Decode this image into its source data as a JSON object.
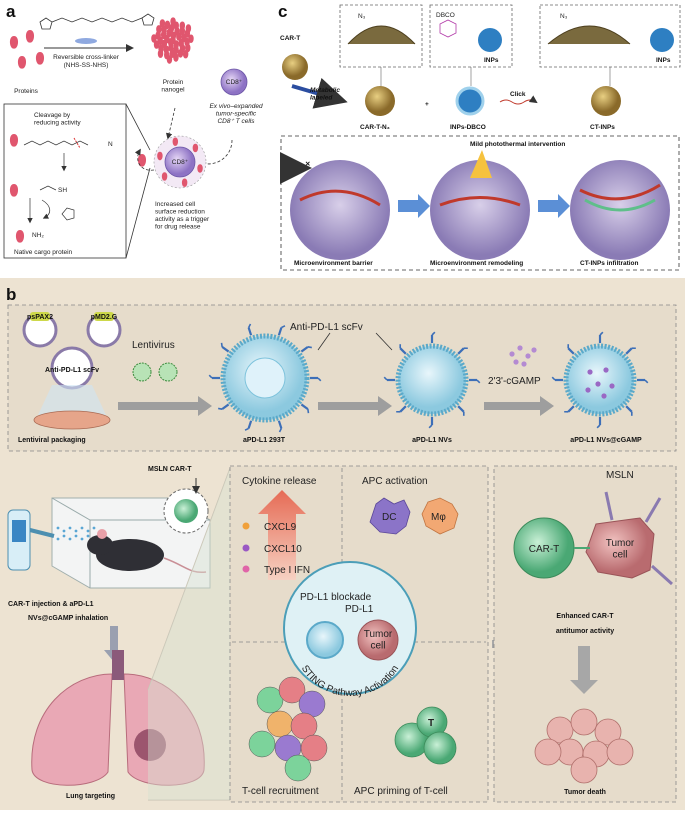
{
  "panel_a": {
    "letter": "a",
    "crosslinker": "Reversible cross-linker",
    "crosslinker_sub": "(NHS-SS-NHS)",
    "proteins": "Proteins",
    "protein_nanogel": "Protein\nnanogel",
    "expanded_cells": "Ex vivo–expanded\ntumor-specific\nCD8⁺ T cells",
    "cd8_label": "CD8⁺",
    "cleavage": "Cleavage by\nreducing activity",
    "native_cargo": "Native cargo protein",
    "nh2": "NH₂",
    "sh": "SH",
    "nh": "N",
    "increased": "Increased cell\nsurface reduction\nactivity as a trigger\nfor drug release"
  },
  "panel_c": {
    "letter": "c",
    "car_t": "CAR-T",
    "metabolic": "Metabolic\nlabeled",
    "car_t_n3": "CAR-T-N₃",
    "plus": "+",
    "inps_dbco": "INPs-DBCO",
    "click": "Click",
    "ct_inps": "CT-INPs",
    "inps_label_1": "INPs",
    "inps_label_2": "INPs",
    "dbco_label": "DBCO",
    "n3_label_1": "N₃",
    "n3_label_2": "N₃",
    "mild": "Mild photothermal intervention",
    "barrier": "Microenvironment barrier",
    "remodeling": "Microenvironment remodeling",
    "infiltration": "CT-INPs infiltration"
  },
  "panel_b": {
    "letter": "b",
    "pspax2": "psPAX2",
    "pmd2g": "pMD2.G",
    "anti_plasmid": "Anti-PD-L1 scFv",
    "lentivirus": "Lentivirus",
    "anti_scfv": "Anti-PD-L1 scFv",
    "cgamp": "2'3'-cGAMP",
    "lentiviral_packaging": "Lentiviral packaging",
    "apd_293t": "aPD-L1 293T",
    "apd_nvs": "aPD-L1 NVs",
    "apd_nvs_cgamp": "aPD-L1 NVs@cGAMP",
    "msln_cart": "MSLN CAR-T",
    "injection_1": "CAR-T injection & aPD-L1",
    "injection_2": "NVs@cGAMP inhalation",
    "lung_targeting": "Lung targeting",
    "cytokine_release": "Cytokine release",
    "cxcl9": "CXCL9",
    "cxcl10": "CXCL10",
    "ifn": "Type I IFN",
    "apc_activation": "APC activation",
    "dc": "DC",
    "mphi": "Mφ",
    "pdl1_blockade": "PD-L1 blockade",
    "pdl1": "PD-L1",
    "tumor_cell_small": "Tumor\ncell",
    "sting": "STING Pathway Activation",
    "t_cell_recruitment": "T-cell recruitment",
    "apc_priming": "APC priming of T-cell",
    "t_label": "T",
    "msln": "MSLN",
    "car_t_cell": "CAR-T",
    "tumor_cell": "Tumor\ncell",
    "enhanced_1": "Enhanced CAR-T",
    "enhanced_2": "antitumor activity",
    "tumor_death": "Tumor death"
  },
  "colors": {
    "panel_b_bg": "#ede3d2",
    "box_bg": "#e6dccb",
    "nanogel": "#e0566e",
    "vesicle": "#7ec3dc",
    "car_t_green": "#5fbf8a",
    "tumor": "#c9787a",
    "lung": "#e9a8b5"
  }
}
